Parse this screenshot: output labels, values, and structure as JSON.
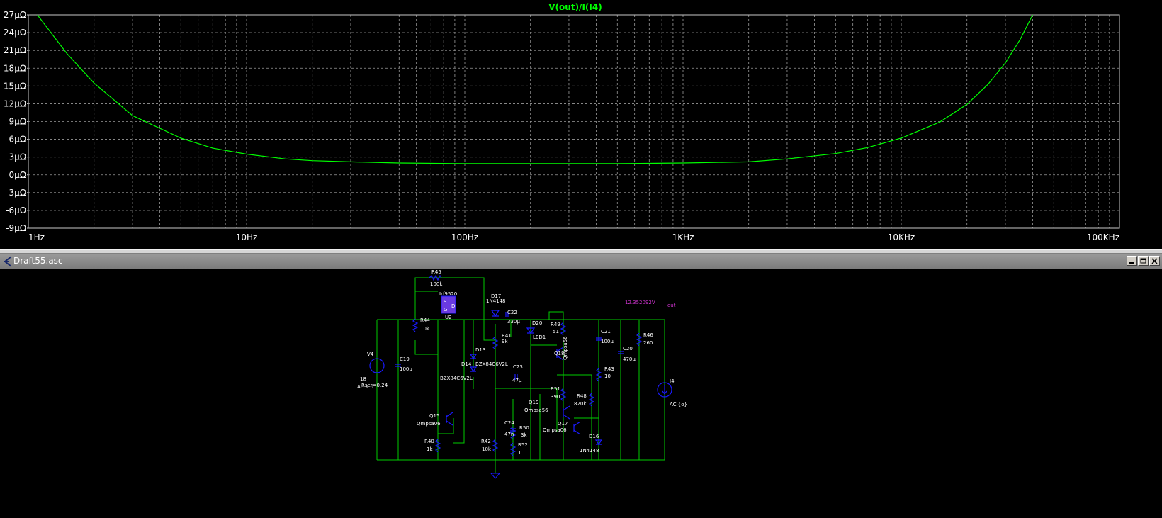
{
  "plot": {
    "title": "V(out)/I(I4)",
    "trace_color": "#00ff00",
    "grid_color": "#9a9a9a",
    "background": "#000000",
    "y_ticks": [
      "27µΩ",
      "24µΩ",
      "21µΩ",
      "18µΩ",
      "15µΩ",
      "12µΩ",
      "9µΩ",
      "6µΩ",
      "3µΩ",
      "0µΩ",
      "-3µΩ",
      "-6µΩ",
      "-9µΩ"
    ],
    "x_ticks": [
      "1Hz",
      "10Hz",
      "100Hz",
      "1KHz",
      "10KHz",
      "100KHz"
    ]
  },
  "chart_data": {
    "type": "line",
    "title": "V(out)/I(I4)",
    "x_scale": "log",
    "xlim": [
      1,
      100000
    ],
    "ylim": [
      -9,
      27
    ],
    "y_unit": "µΩ",
    "grid": true,
    "series": [
      {
        "name": "V(out)/I(I4)",
        "color": "#00ff00",
        "x": [
          1.1,
          1.5,
          2,
          3,
          5,
          7,
          10,
          15,
          20,
          30,
          50,
          100,
          200,
          500,
          1000,
          2000,
          3000,
          5000,
          7000,
          10000,
          15000,
          20000,
          25000,
          30000,
          35000,
          40000
        ],
        "y": [
          27,
          20.5,
          15.5,
          10,
          6.2,
          4.5,
          3.5,
          2.7,
          2.4,
          2.2,
          2.0,
          1.9,
          1.9,
          1.9,
          2.0,
          2.2,
          2.7,
          3.6,
          4.6,
          6.2,
          8.9,
          11.9,
          15.3,
          18.9,
          22.8,
          27
        ]
      }
    ]
  },
  "window": {
    "title": "Draft55.asc",
    "minimize_label": "Minimize",
    "maximize_label": "Maximize",
    "close_label": "Close"
  },
  "schematic": {
    "wire_color": "#00cc00",
    "component_color": "#1a1aff",
    "net_label_color": "#cc33cc",
    "labels": [
      "R45",
      "100k",
      "Irf9520",
      "U2",
      "S",
      "D",
      "G",
      "D17",
      "1N4148",
      "C22",
      "330µ",
      "R44",
      "10k",
      "R41",
      "9k",
      "D20",
      "LED1",
      "R49",
      "51",
      "C21",
      "100µ",
      "R46",
      "260",
      "D13",
      "D14",
      "BZX84C6V2L",
      "BZX84C6V2L",
      "Q18",
      "Qmpsa56",
      "C20",
      "470µ",
      "V4",
      "C19",
      "100µ",
      "C23",
      "47µ",
      "R43",
      "10",
      "18",
      "Rser=0.24",
      "AC 1 0",
      "R51",
      "390",
      "R48",
      "820k",
      "Q19",
      "Qmpsa56",
      "I4",
      "AC {o}",
      "Q15",
      "Qmpsa06",
      "C24",
      "47n",
      "R50",
      "3k",
      "Q17",
      "Qmpsa06",
      "D16",
      "1N4148",
      "R40",
      "1k",
      "R42",
      "10k",
      "R52",
      "1"
    ],
    "net_labels": [
      "12.352092V",
      "out"
    ]
  }
}
